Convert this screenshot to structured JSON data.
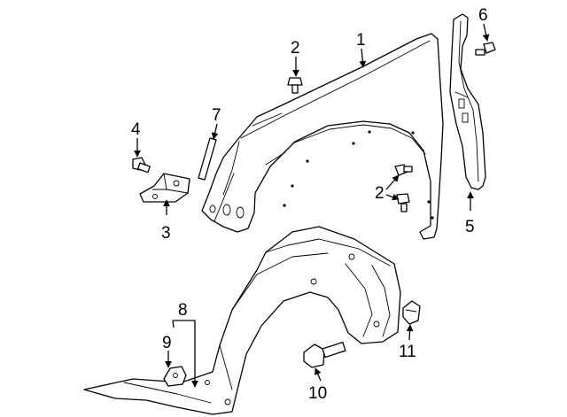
{
  "callouts": [
    {
      "id": "c1",
      "label": "1"
    },
    {
      "id": "c2a",
      "label": "2"
    },
    {
      "id": "c2b",
      "label": "2"
    },
    {
      "id": "c3",
      "label": "3"
    },
    {
      "id": "c4",
      "label": "4"
    },
    {
      "id": "c5",
      "label": "5"
    },
    {
      "id": "c6",
      "label": "6"
    },
    {
      "id": "c7",
      "label": "7"
    },
    {
      "id": "c8",
      "label": "8"
    },
    {
      "id": "c9",
      "label": "9"
    },
    {
      "id": "c10",
      "label": "10"
    },
    {
      "id": "c11",
      "label": "11"
    }
  ],
  "colors": {
    "line": "#000000",
    "background": "#ffffff"
  }
}
